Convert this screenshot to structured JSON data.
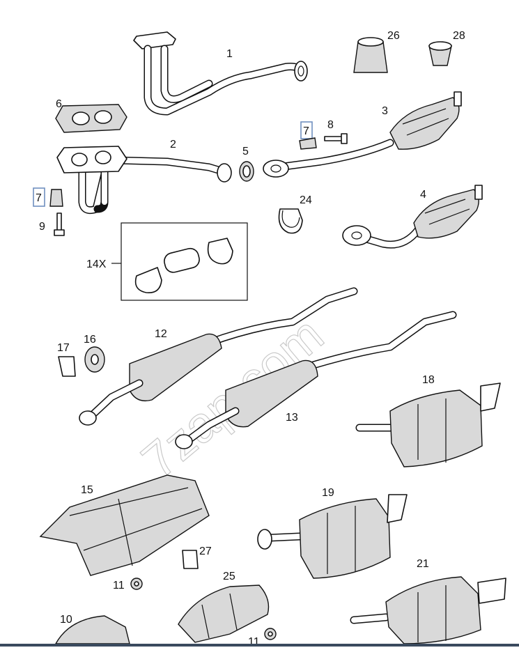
{
  "diagram": {
    "labels": {
      "p1": "1",
      "p2": "2",
      "p3": "3",
      "p4": "4",
      "p5": "5",
      "p6": "6",
      "p7a": "7",
      "p7b": "7",
      "p8": "8",
      "p9": "9",
      "p10": "10",
      "p11a": "11",
      "p11b": "11",
      "p12": "12",
      "p13": "13",
      "p14": "14X",
      "p15": "15",
      "p16": "16",
      "p17": "17",
      "p18": "18",
      "p19": "19",
      "p21": "21",
      "p24": "24",
      "p25": "25",
      "p26": "26",
      "p27": "27",
      "p28": "28"
    },
    "watermark": "7zap.com",
    "highlight_color": "#6f8fbf"
  }
}
